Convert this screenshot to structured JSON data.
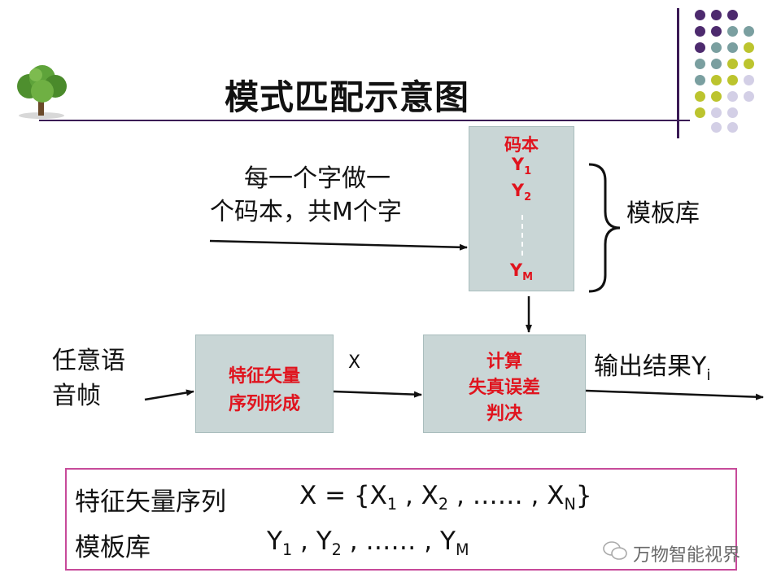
{
  "title": "模式匹配示意图",
  "codebook": {
    "label": "码本",
    "y1": "Y",
    "y1_sub": "1",
    "y2": "Y",
    "y2_sub": "2",
    "ym": "Y",
    "ym_sub": "M"
  },
  "input_desc": {
    "line1": "每一个字做一",
    "line2": "个码本，共M个字"
  },
  "template_lib": "模板库",
  "input_frame": {
    "line1": "任意语",
    "line2": "音帧"
  },
  "feature_box": {
    "line1": "特征矢量",
    "line2": "序列形成"
  },
  "x_label": "X",
  "compute_box": {
    "line1": "计算",
    "line2": "失真误差",
    "line3": "判决"
  },
  "output": {
    "text": "输出结果Y",
    "sub": "i"
  },
  "bottom": {
    "row1_label": "特征矢量序列",
    "row1_eq_lead": "X = {X",
    "row1_sub1": "1",
    "row1_mid1": " , X",
    "row1_sub2": "2",
    "row1_mid2": " , …… , X",
    "row1_subN": "N",
    "row1_end": "}",
    "row2_label": "模板库",
    "row2_a": "Y",
    "row2_sub1": "1",
    "row2_b": " , Y",
    "row2_sub2": "2",
    "row2_c": " , …… , Y",
    "row2_subM": "M"
  },
  "watermark": "万物智能视界",
  "colors": {
    "box_fill": "#c9d6d6",
    "red_text": "#e0141e",
    "frame": "#c74a9a",
    "rule": "#3a1a55",
    "dot_purple": "#4d2a6e",
    "dot_teal": "#7a9fa0",
    "dot_olive": "#bcc42e",
    "dot_lilac": "#d3cfe6"
  }
}
